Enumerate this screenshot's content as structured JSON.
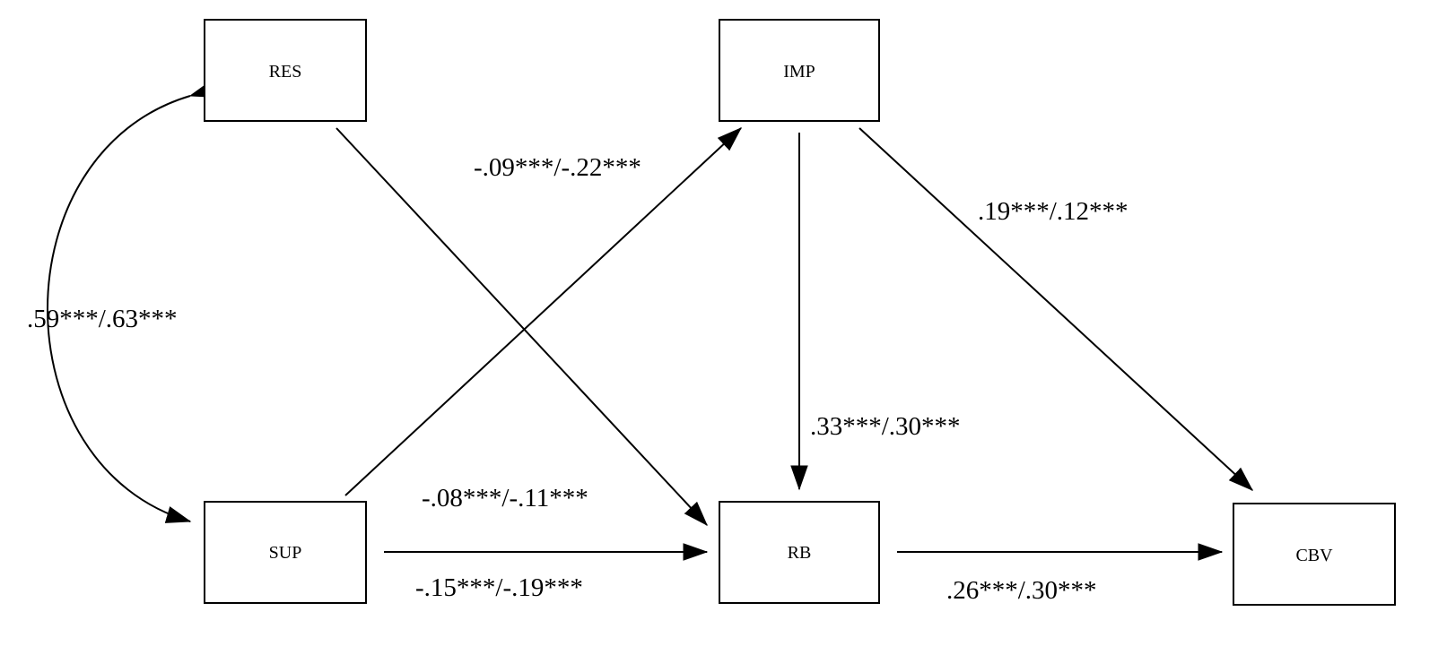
{
  "nodes": {
    "res": "RES",
    "imp": "IMP",
    "sup": "SUP",
    "rb": "RB",
    "cbv": "CBV"
  },
  "edges": {
    "res_sup": ".59***/.63***",
    "sup_imp": "-.09***/-.22***",
    "imp_cbv": ".19***/.12***",
    "imp_rb": ".33***/.30***",
    "res_rb": "-.08***/-.11***",
    "sup_rb": "-.15***/-.19***",
    "rb_cbv": ".26***/.30***"
  }
}
